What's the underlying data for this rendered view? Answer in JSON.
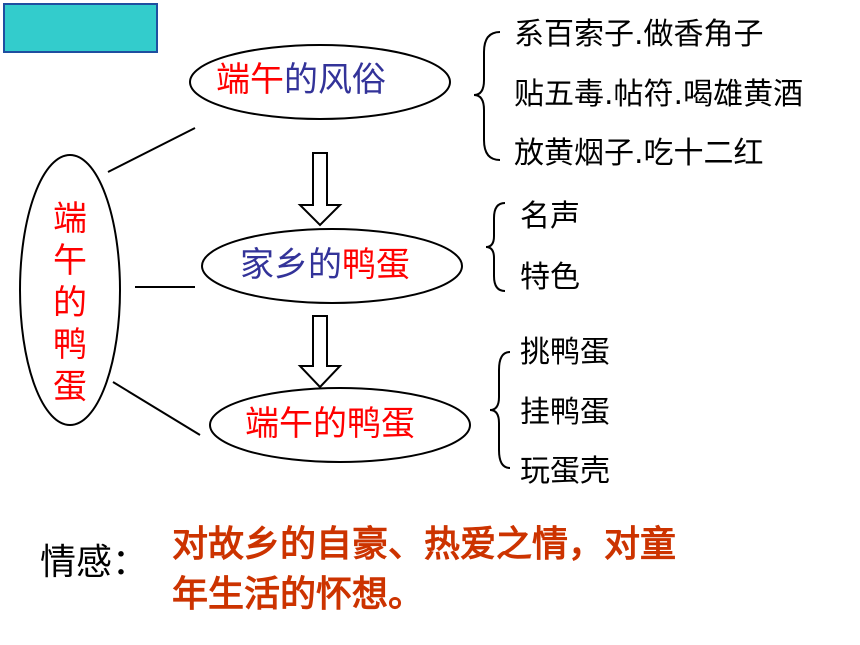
{
  "diagram": {
    "root": {
      "chars": [
        "端",
        "午",
        "的",
        "鸭",
        "蛋"
      ]
    },
    "node1": {
      "parts": [
        {
          "text": "端午",
          "color": "#ff0000"
        },
        {
          "text": "的风俗",
          "color": "#333399"
        }
      ],
      "leaves": [
        "系百索子.做香角子",
        "贴五毒.帖符.喝雄黄酒",
        "放黄烟子.吃十二红"
      ]
    },
    "node2": {
      "parts": [
        {
          "text": "家乡的",
          "color": "#333399"
        },
        {
          "text": "鸭蛋",
          "color": "#ff0000"
        }
      ],
      "leaves": [
        "名声",
        "特色"
      ]
    },
    "node3": {
      "parts": [
        {
          "text": "端午的鸭蛋",
          "color": "#ff0000"
        }
      ],
      "leaves": [
        "挑鸭蛋",
        "挂鸭蛋",
        "玩蛋壳"
      ]
    }
  },
  "emotion": {
    "label": "情感：",
    "lines": [
      "对故乡的自豪、热爱之情，对童",
      "年生活的怀想。"
    ]
  },
  "colors": {
    "corner_box": "#33cccc",
    "corner_border": "#1f4fa0",
    "red": "#ff0000",
    "blue": "#333399",
    "emotion": "#cc3300"
  }
}
